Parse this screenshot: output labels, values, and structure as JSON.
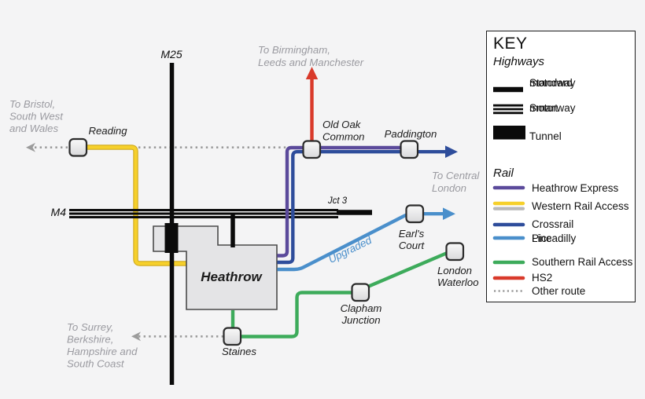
{
  "colors": {
    "background": "#f4f4f5",
    "motorway": "#0b0b0b",
    "heathrow_express": "#5b4a9b",
    "western_rail_access": "#f6d02b",
    "western_rail_access_edge": "#cfa91e",
    "western_rail_access_shadow": "#b9b9b9",
    "crossrail": "#2e4d9b",
    "piccadilly_line": "#4a8fcb",
    "southern_rail_access": "#3dab5b",
    "hs2": "#d93a2b",
    "other_route": "#9b9b9b",
    "station_border": "#2b2b2b",
    "heathrow_area_fill": "#e4e4e6",
    "heathrow_area_border": "#4a4a4a",
    "destination_text": "#9a9aa0",
    "label_text": "#1b1b1b"
  },
  "map": {
    "motorways": {
      "m25": "M25",
      "m4": "M4",
      "junction": "Jct 3"
    },
    "heathrow": {
      "label": "Heathrow"
    },
    "annotations": {
      "upgraded": "Upgraded"
    },
    "stations": {
      "reading": {
        "label": "Reading"
      },
      "old_oak_common": {
        "line1": "Old Oak",
        "line2": "Common"
      },
      "paddington": {
        "label": "Paddington"
      },
      "earls_court": {
        "line1": "Earl's",
        "line2": "Court"
      },
      "london_waterloo": {
        "line1": "London",
        "line2": "Waterloo"
      },
      "clapham_junction": {
        "line1": "Clapham",
        "line2": "Junction"
      },
      "staines": {
        "label": "Staines"
      }
    },
    "destinations": {
      "west": {
        "line1": "To Bristol,",
        "line2": "South West",
        "line3": "and Wales"
      },
      "north": {
        "line1": "To Birmingham,",
        "line2": "Leeds and Manchester"
      },
      "east": {
        "line1": "To Central",
        "line2": "London"
      },
      "south": {
        "line1": "To Surrey,",
        "line2": "Berkshire,",
        "line3": "Hampshire and",
        "line4": "South Coast"
      }
    }
  },
  "key": {
    "title": "KEY",
    "highways": {
      "heading": "Highways",
      "standard_motorway": {
        "line1": "Standard",
        "line2": "motorway"
      },
      "smart_motorway": {
        "line1": "Smart",
        "line2": "motorway"
      },
      "tunnel": {
        "label": "Tunnel"
      }
    },
    "rail": {
      "heading": "Rail",
      "heathrow_express": "Heathrow Express",
      "western_rail_access": "Western Rail Access",
      "crossrail": "Crossrail",
      "piccadilly_line1": "Piccadilly",
      "piccadilly_line2": "Line",
      "southern_rail_access": "Southern Rail Access",
      "hs2": "HS2",
      "other_route": "Other route"
    }
  }
}
